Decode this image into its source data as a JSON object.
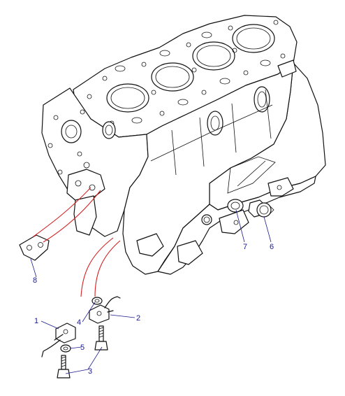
{
  "diagram": {
    "parts": [
      {
        "id": "part-1",
        "label": "1"
      },
      {
        "id": "part-2",
        "label": "2"
      },
      {
        "id": "part-3",
        "label": "3"
      },
      {
        "id": "part-4",
        "label": "4"
      },
      {
        "id": "part-5",
        "label": "5"
      },
      {
        "id": "part-6",
        "label": "6"
      },
      {
        "id": "part-7",
        "label": "7"
      },
      {
        "id": "part-8",
        "label": "8"
      }
    ],
    "colors": {
      "ink": "#111111",
      "callout": "#1a1a8c",
      "highlight_line": "#d42020"
    }
  }
}
